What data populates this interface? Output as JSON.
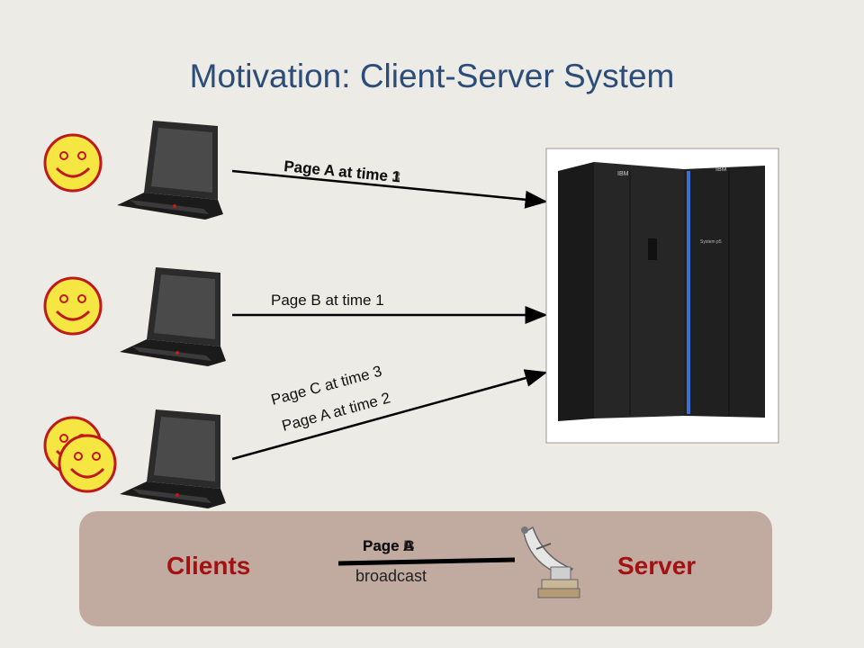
{
  "slide": {
    "title": "Motivation: Client-Server System"
  },
  "requests": {
    "top_a": "Page A at time 1",
    "top_b": "Page A at time 3",
    "middle": "Page B at time 1",
    "bottom_1": "Page C at time 3",
    "bottom_2": "Page A at time 2"
  },
  "broadcast": {
    "clients_label": "Clients",
    "server_label": "Server",
    "word": "broadcast",
    "pages": [
      "Page A",
      "Page B",
      "Page C"
    ]
  },
  "server": {
    "brand": "IBM",
    "model": "System p5"
  },
  "colors": {
    "title": "#2c4d7a",
    "labels": "#a31212",
    "smiley": "#f5e642",
    "smiley_stroke": "#c0181b",
    "panel": "#c1aba0"
  }
}
